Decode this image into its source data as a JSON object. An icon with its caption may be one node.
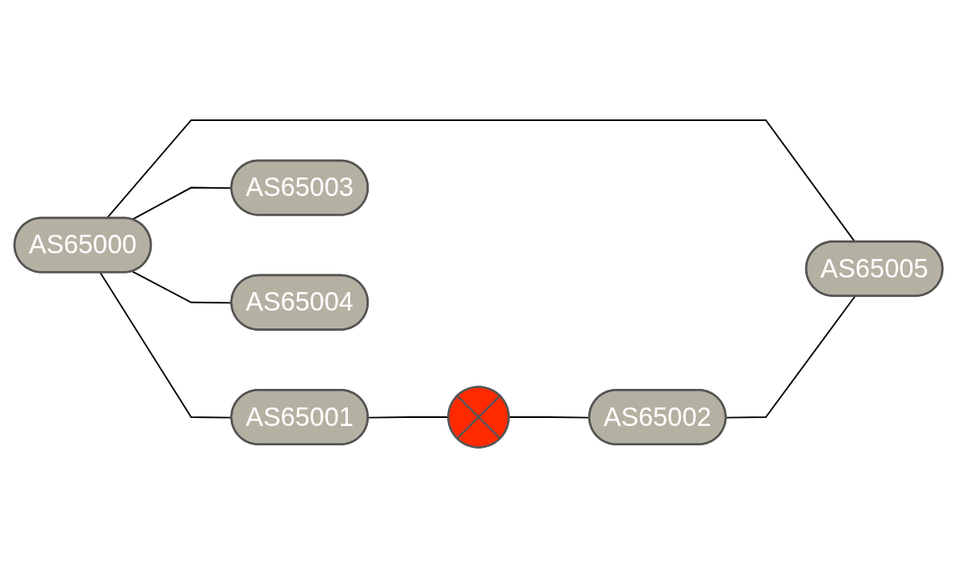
{
  "diagram": {
    "nodes": [
      {
        "text": [
          "AS65000"
        ]
      },
      {
        "text": [
          "AS65001"
        ]
      },
      {
        "text": [
          "AS65002"
        ]
      },
      {
        "text": [
          "AS65003"
        ]
      },
      {
        "text": [
          "AS65004"
        ]
      },
      {
        "text": [
          "AS65005"
        ]
      },
      {
        "text": [],
        "shape": "cross"
      }
    ],
    "edges": [
      {
        "from": 0,
        "to": 1,
        "arrow": "none"
      },
      {
        "from": 1,
        "to": 6,
        "arrow": "none"
      },
      {
        "from": 6,
        "to": 2,
        "arrow": "none"
      },
      {
        "from": 0,
        "to": 3,
        "arrow": "none"
      },
      {
        "from": 0,
        "to": 4,
        "arrow": "none"
      },
      {
        "from": 0,
        "to": 5,
        "arrow": "none"
      },
      {
        "from": 2,
        "to": 5,
        "arrow": "none"
      }
    ]
  }
}
